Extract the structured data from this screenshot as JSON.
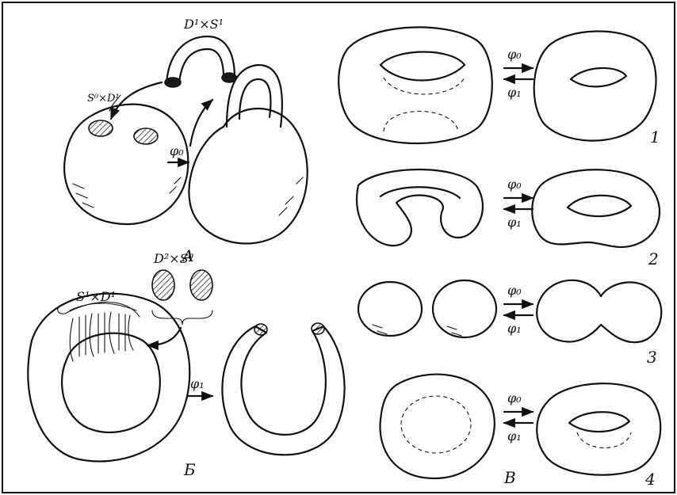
{
  "panels": {
    "a": {
      "label": "A",
      "handle": "D¹×S¹",
      "feet": "S⁰×D¹",
      "map": "φ₀"
    },
    "b": {
      "label": "Б",
      "band": "S¹×D¹",
      "discs": "D²×S⁰",
      "map": "φ₁"
    },
    "v": {
      "label": "B"
    }
  },
  "rows": [
    {
      "number": "1",
      "forward": "φ₀",
      "backward": "φ₁"
    },
    {
      "number": "2",
      "forward": "φ₀",
      "backward": "φ₁"
    },
    {
      "number": "3",
      "forward": "φ₀",
      "backward": "φ₁"
    },
    {
      "number": "4",
      "forward": "φ₀",
      "backward": "φ₁"
    }
  ]
}
